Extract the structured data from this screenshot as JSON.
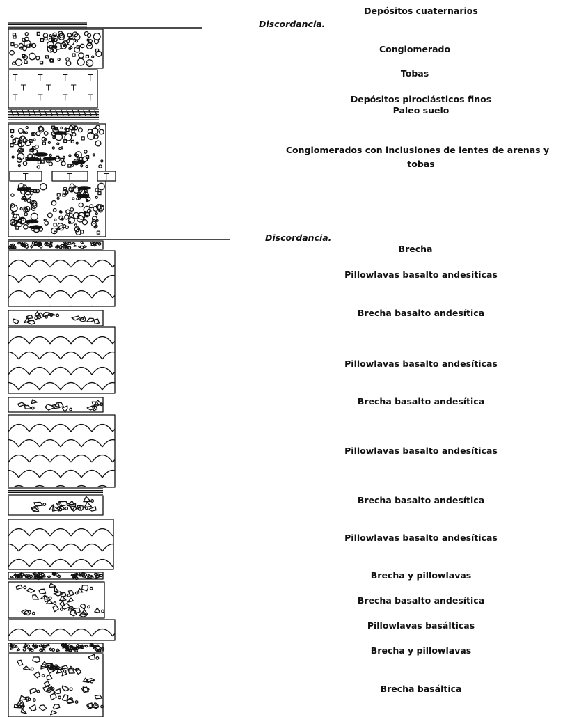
{
  "labels": {
    "depositos_cuaternarios": "Depósitos cuaternarios",
    "conglomerado": "Conglomerado",
    "tobas": "Tobas",
    "piroclasticos": "Depósitos piroclásticos finos",
    "paleo_suelo": "Paleo suelo",
    "conglomerados_line1": "Conglomerados con inclusiones de lentes de arenas y",
    "conglomerados_line2": "tobas",
    "brecha": "Brecha",
    "pillow_1": "Pillowlavas basalto andesíticas",
    "brecha_ba_1": "Brecha basalto andesítica",
    "pillow_2": "Pillowlavas basalto andesíticas",
    "brecha_ba_2": "Brecha basalto andesítica",
    "pillow_3": "Pillowlavas basalto andesíticas",
    "brecha_ba_3": "Brecha basalto andesítica",
    "pillow_4": "Pillowlavas basalto andesíticas",
    "brecha_pillow_1": "Brecha y pillowlavas",
    "brecha_ba_4": "Brecha basalto andesítica",
    "pillow_basalticas": "Pillowlavas basálticas",
    "brecha_pillow_2": "Brecha y pillowlavas",
    "brecha_basaltica": "Brecha basáltica"
  },
  "discordances": [
    "Discordancia.",
    "Discordancia."
  ],
  "tuff_symbol": "T",
  "colors": {
    "ink": "#111111",
    "paper": "#ffffff"
  }
}
